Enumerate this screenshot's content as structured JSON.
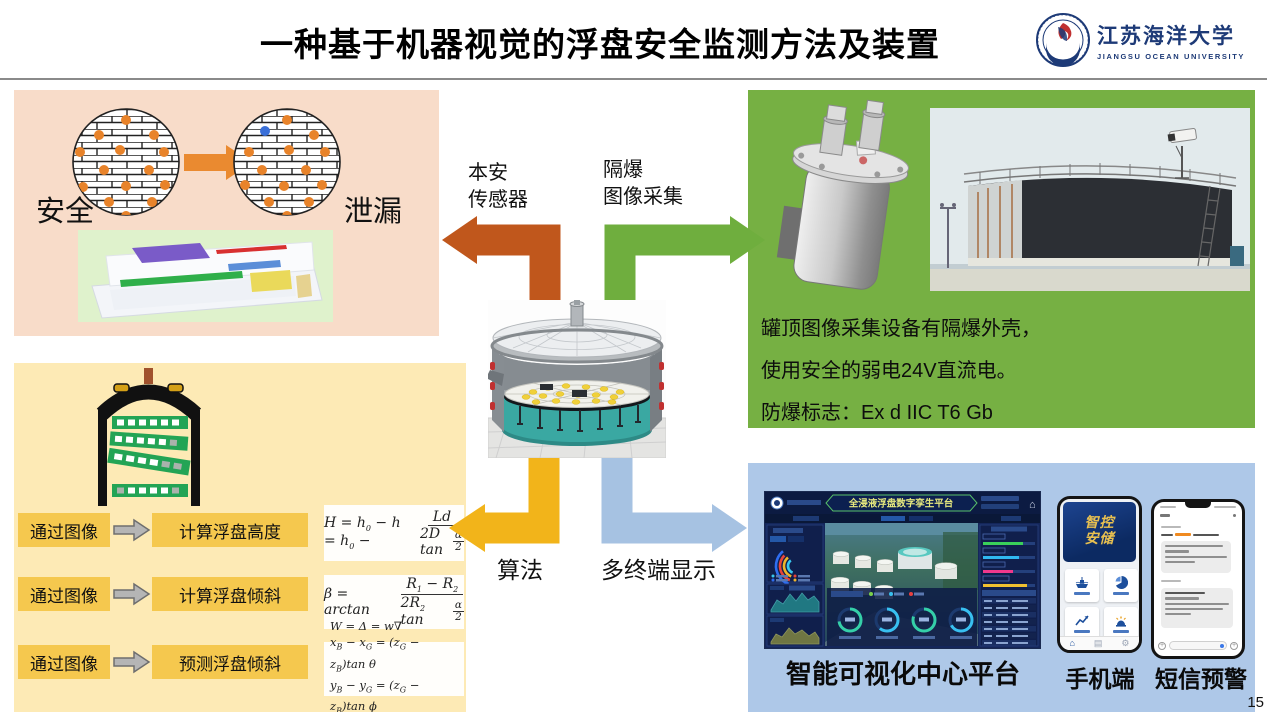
{
  "header": {
    "title": "一种基于机器视觉的浮盘安全监测方法及装置",
    "logo_cn": "江苏海洋大学",
    "logo_en": "JIANGSU  OCEAN  UNIVERSITY"
  },
  "leak_panel": {
    "safe_label": "安全",
    "leak_label": "泄漏"
  },
  "center": {
    "sensor_label_line1": "本安",
    "sensor_label_line2": "传感器",
    "capture_label_line1": "隔爆",
    "capture_label_line2": "图像采集",
    "algorithm_label": "算法",
    "display_label": "多终端显示"
  },
  "explosion_panel": {
    "line1": "罐顶图像采集设备有隔爆外壳，",
    "line2": "使用安全的弱电24V直流电。",
    "line3": "防爆标志：Ex d IIC T6  Gb"
  },
  "algorithm_panel": {
    "rows": [
      {
        "source": "通过图像",
        "result": "计算浮盘高度"
      },
      {
        "source": "通过图像",
        "result": "计算浮盘倾斜"
      },
      {
        "source": "通过图像",
        "result": "预测浮盘倾斜"
      }
    ],
    "formulas": [
      {
        "lhs_html": "H = h<sub>0</sub> − h = h<sub>0</sub> −",
        "num_html": "Ld",
        "den_pre_html": "2D tan",
        "den_num": "α",
        "den_den": "2"
      },
      {
        "lhs_html": "β = arctan",
        "num_html": "R<sub>1</sub> − R<sub>2</sub>",
        "den_pre_html": "2R<sub>2</sub> tan",
        "den_num": "α",
        "den_den": "2"
      },
      {
        "line1_html": "W = Δ = w∇",
        "line2_html": "x<sub>B</sub> − x<sub>G</sub> = (z<sub>G</sub> − z<sub>B</sub>)tan θ",
        "line3_html": "y<sub>B</sub> − y<sub>G</sub> = (z<sub>G</sub> − z<sub>B</sub>)tan ϕ"
      }
    ]
  },
  "display_panel": {
    "dashboard_title": "全浸液浮盘数字孪生平台",
    "dashboard_caption": "智能可视化中心平台",
    "app_line1": "智控",
    "app_line2": "安储",
    "phone_label": "手机端",
    "sms_label": "短信预警"
  },
  "page": {
    "number": "15"
  },
  "colors": {
    "panel_pink": "#f8dcc9",
    "panel_green": "#76b043",
    "panel_yellow": "#fdeab5",
    "panel_blue": "#aec8e8",
    "arrow_brown": "#c0571c",
    "arrow_green": "#6fae3e",
    "arrow_yellow": "#f2b41a",
    "arrow_blue": "#a6c2e2",
    "dot_orange": "#e8832a",
    "dot_blue": "#3a6fd8",
    "box_yellow": "#f5c84e",
    "app_gold": "#e8c050"
  }
}
